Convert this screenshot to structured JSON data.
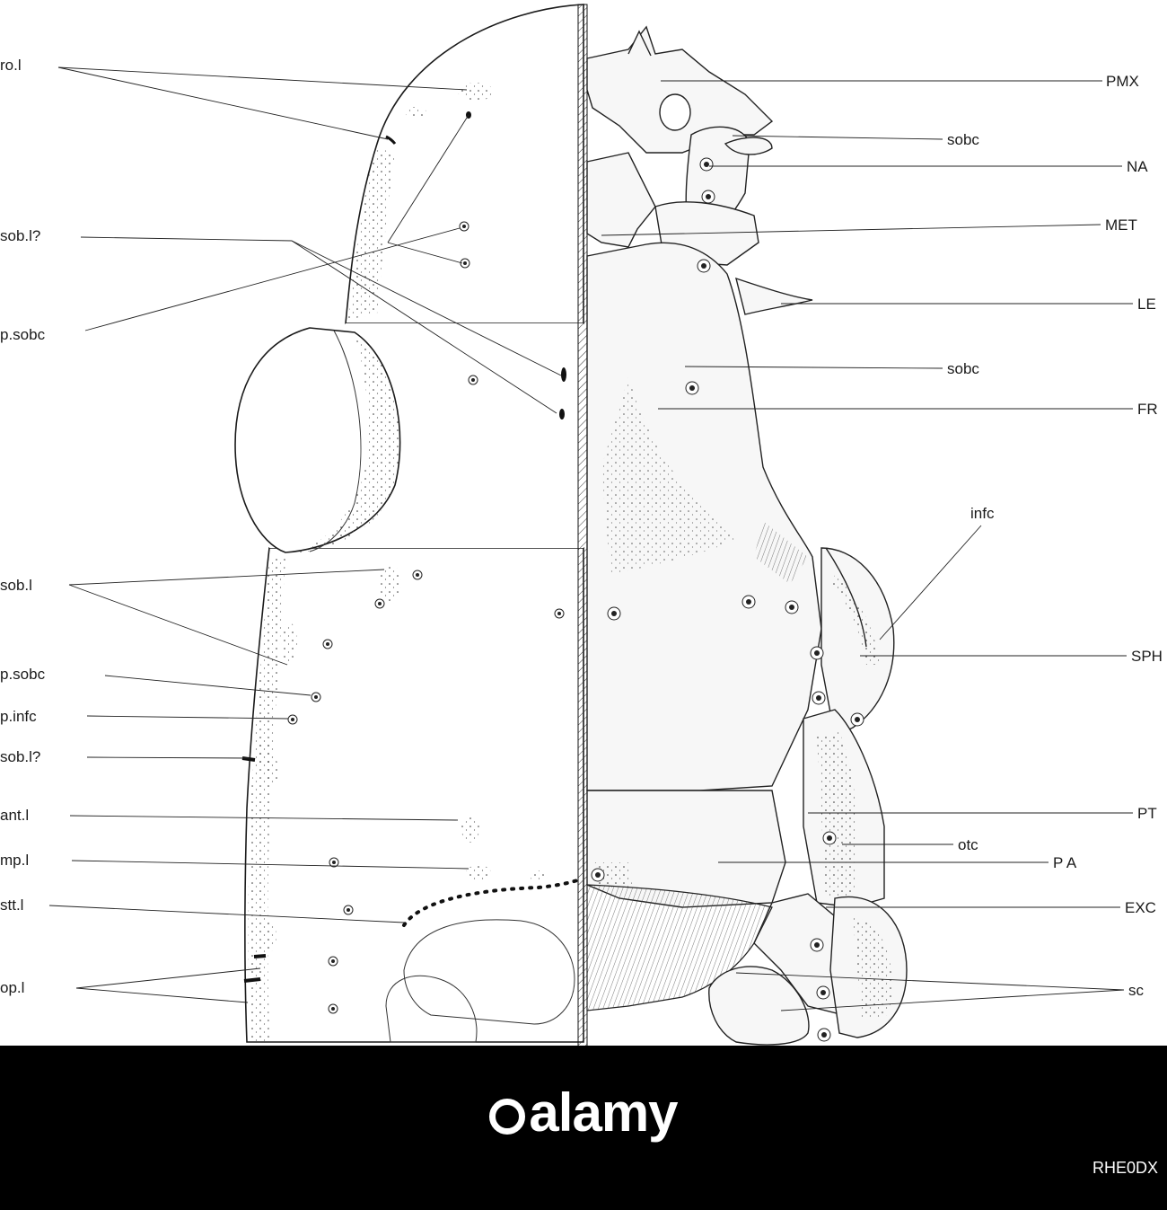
{
  "figure": {
    "left_labels": [
      {
        "id": "ro-l",
        "text": "ro.l"
      },
      {
        "id": "sob-l-q1",
        "text": "sob.l?"
      },
      {
        "id": "p-sobc-1",
        "text": "p.sobc"
      },
      {
        "id": "sob-l",
        "text": "sob.l"
      },
      {
        "id": "p-sobc-2",
        "text": "p.sobc"
      },
      {
        "id": "p-infc",
        "text": "p.infc"
      },
      {
        "id": "sob-l-q2",
        "text": "sob.l?"
      },
      {
        "id": "ant-l",
        "text": "ant.l"
      },
      {
        "id": "mp-l",
        "text": "mp.l"
      },
      {
        "id": "stt-l",
        "text": "stt.l"
      },
      {
        "id": "op-l",
        "text": "op.l"
      }
    ],
    "right_labels": [
      {
        "id": "pmx",
        "text": "PMX"
      },
      {
        "id": "sobc-1",
        "text": "sobc"
      },
      {
        "id": "na",
        "text": "NA"
      },
      {
        "id": "met",
        "text": "MET"
      },
      {
        "id": "le",
        "text": "LE"
      },
      {
        "id": "sobc-2",
        "text": "sobc"
      },
      {
        "id": "fr",
        "text": "FR"
      },
      {
        "id": "infc",
        "text": "infc"
      },
      {
        "id": "sph",
        "text": "SPH"
      },
      {
        "id": "pt",
        "text": "PT"
      },
      {
        "id": "otc",
        "text": "otc"
      },
      {
        "id": "pa",
        "text": "P A"
      },
      {
        "id": "exc",
        "text": "EXC"
      },
      {
        "id": "sc",
        "text": "sc"
      }
    ]
  },
  "watermark": {
    "brand": "alamy",
    "image_id": "RHE0DX"
  },
  "colors": {
    "footer_bg": "#000000",
    "footer_text": "#ffffff",
    "line": "#1a1a1a"
  }
}
